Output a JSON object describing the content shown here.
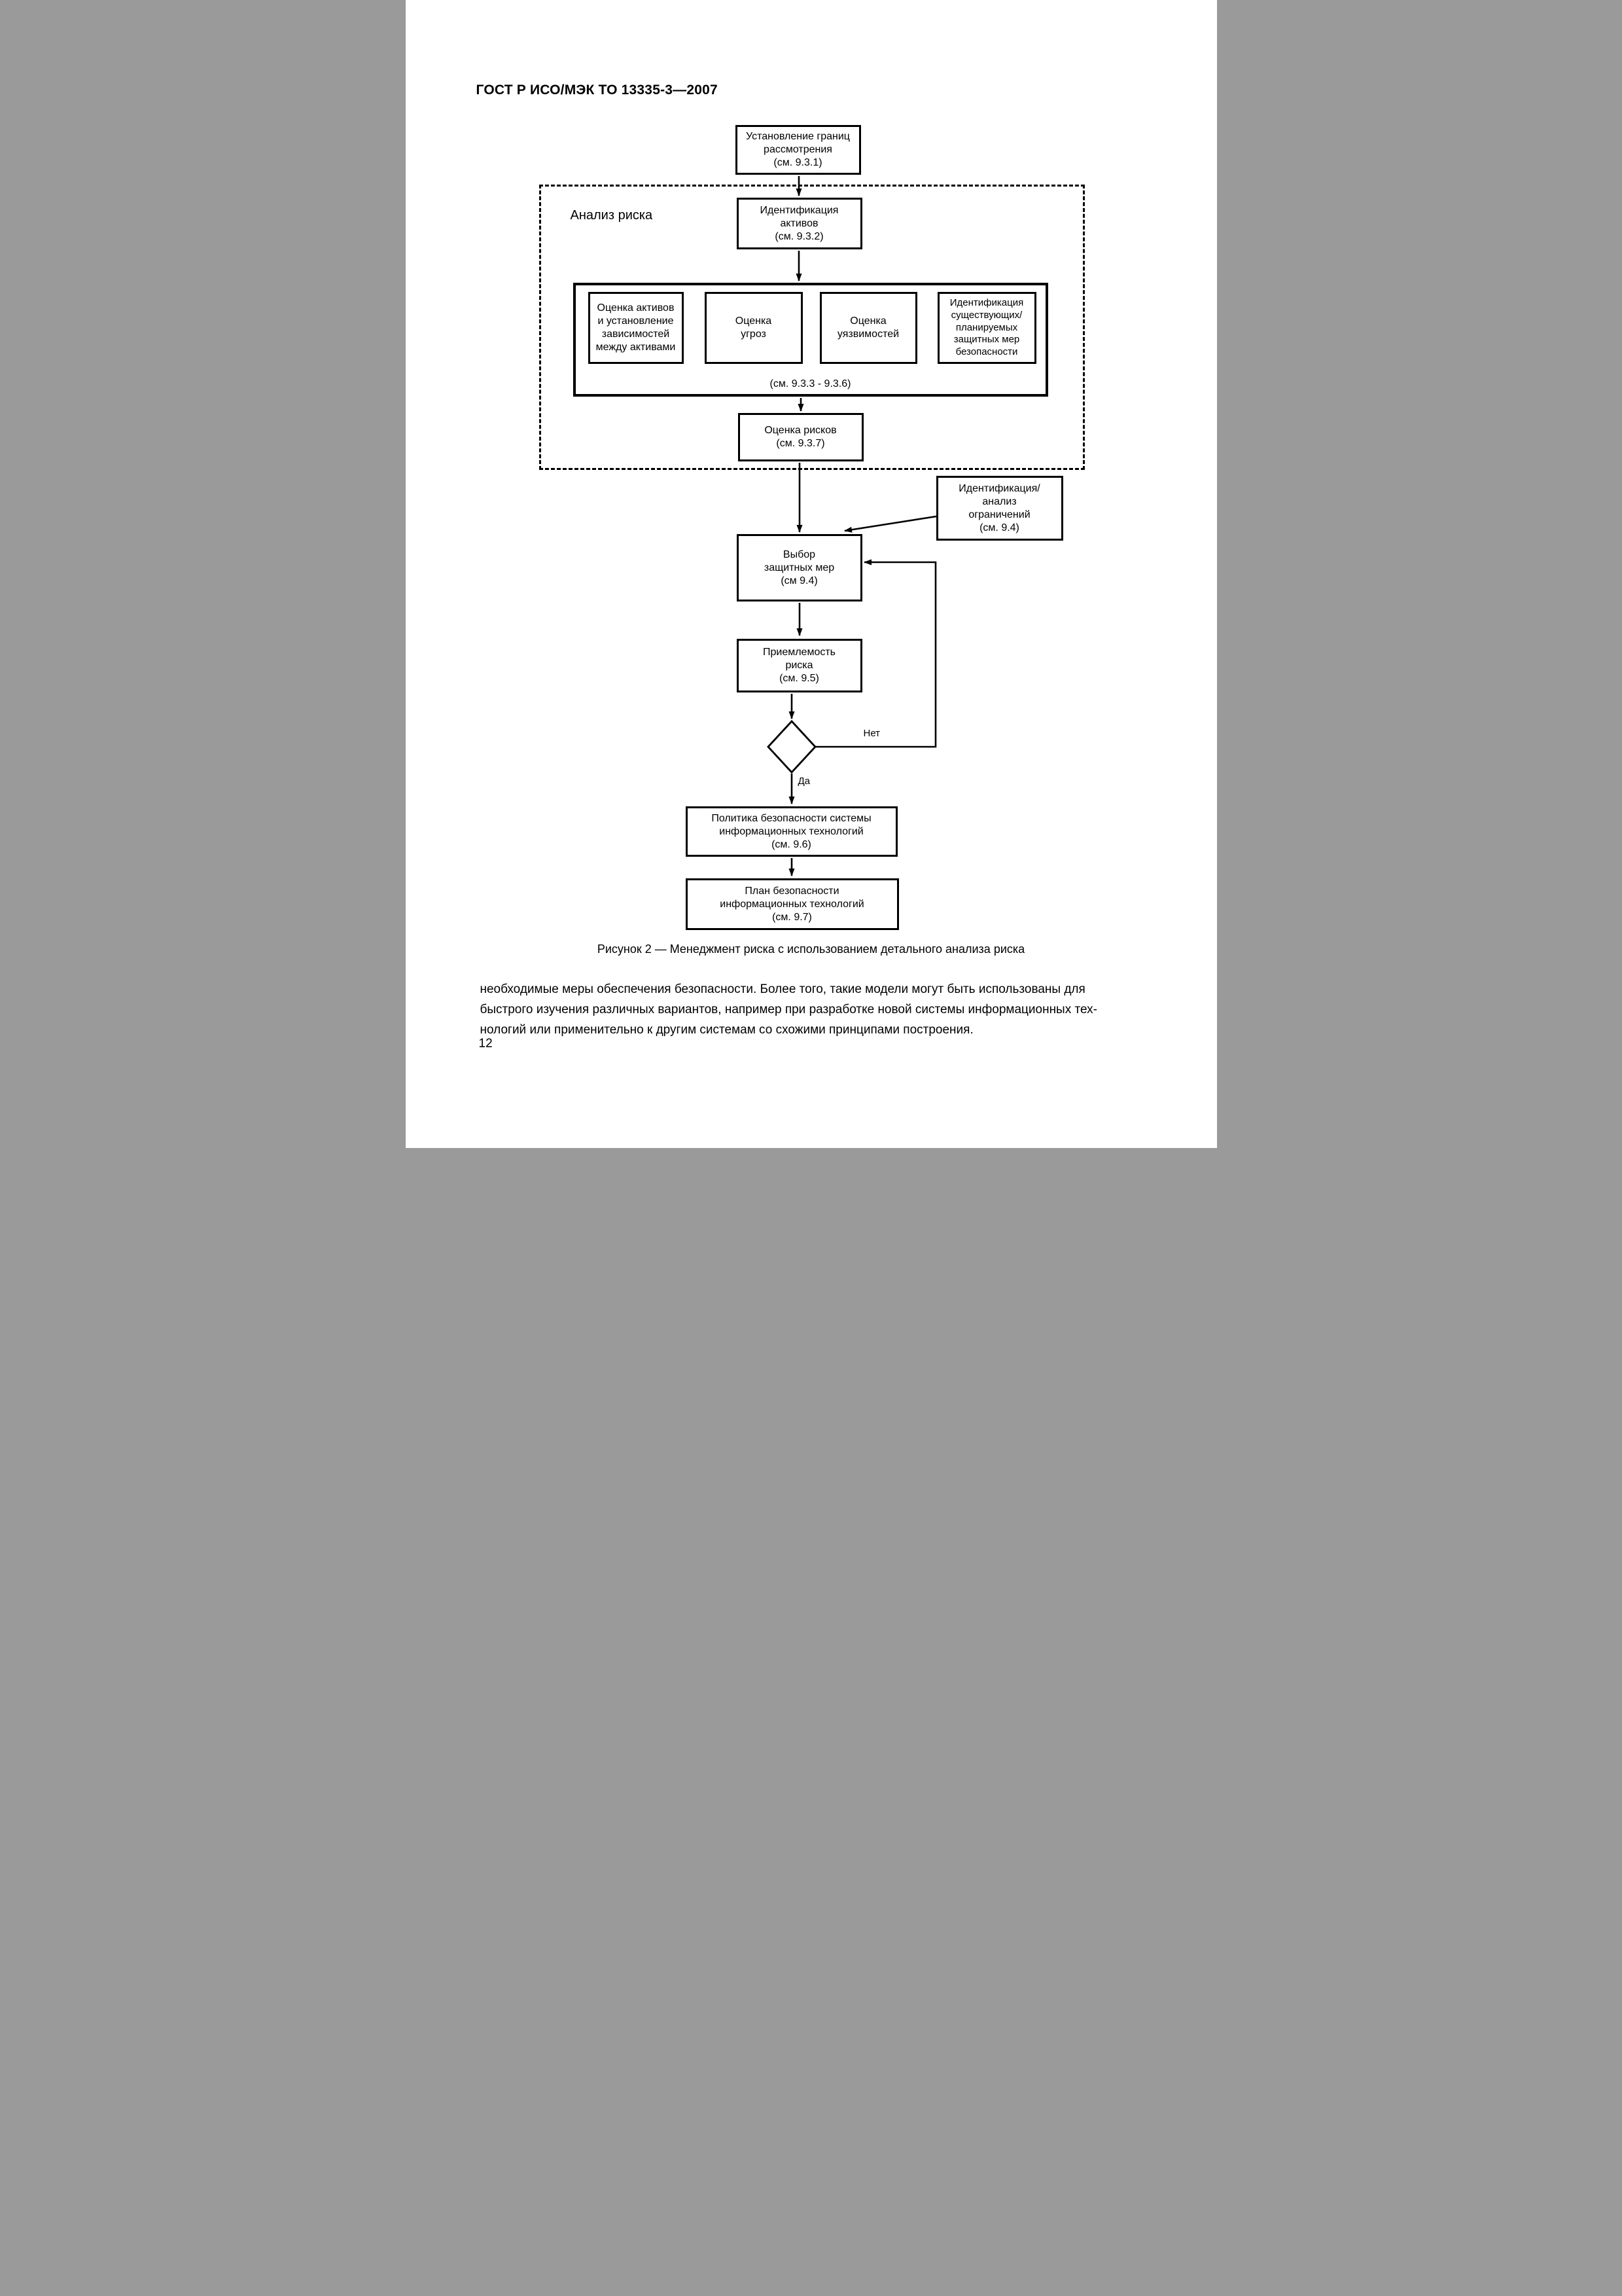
{
  "page": {
    "header": "ГОСТ Р ИСО/МЭК ТО 13335-3—2007",
    "caption": "Рисунок 2 — Менеджмент риска с использованием детального анализа риска",
    "paragraph": "необходимые меры обеспечения безопасности. Более того, такие модели могут быть использованы для\nбыстрого изучения различных вариантов, например при разработке новой системы информационных тех-\nнологий или применительно к другим системам со схожими принципами построения.",
    "page_number": "12"
  },
  "flowchart": {
    "region_label": "Анализ риска",
    "nodes": {
      "scope": "Установление границ\nрассмотрения\n(см. 9.3.1)",
      "identify_assets": "Идентификация\nактивов\n(см. 9.3.2)",
      "asset_valuation": "Оценка активов\nи установление\nзависимостей\nмежду активами",
      "threat_assessment": "Оценка\nугроз",
      "vulnerability_assessment": "Оценка\nуязвимостей",
      "safeguard_identification": "Идентификация\nсуществующих/\nпланируемых\nзащитных мер\nбезопасности",
      "group_ref": "(см. 9.3.3 - 9.3.6)",
      "risk_assessment": "Оценка рисков\n(см. 9.3.7)",
      "constraints": "Идентификация/\nанализ\nограничений\n(см. 9.4)",
      "select_safeguards": "Выбор\nзащитных мер\n(см 9.4)",
      "risk_acceptance": "Приемлемость\nриска\n(см. 9.5)",
      "policy": "Политика безопасности системы\nинформационных технологий\n(см. 9.6)",
      "plan": "План безопасности\nинформационных технологий\n(см. 9.7)"
    },
    "edge_labels": {
      "no": "Нет",
      "yes": "Да"
    }
  }
}
